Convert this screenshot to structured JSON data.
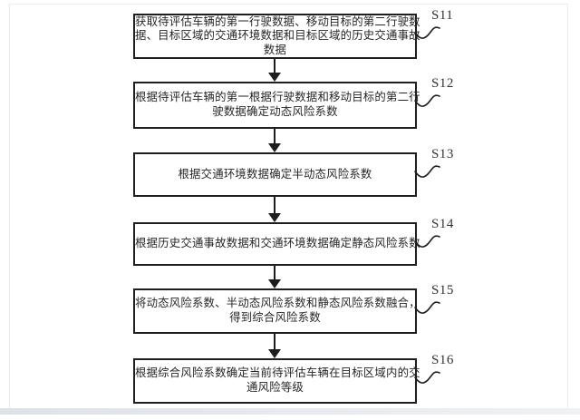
{
  "page": {
    "background": "#ffffff",
    "line_color": "#1f1f1f",
    "text_color": "#262626",
    "artifact_gray": "#e0e4e8"
  },
  "flowchart": {
    "direction": "top-down",
    "connector_icon": "arrow-down-icon",
    "steps": [
      {
        "id": "S11",
        "lines": [
          "获取待评估车辆的第一行驶数据、移动目标的第二行驶数",
          "据、目标区域的交通环境数据和目标区域的历史交通事故",
          "数据"
        ]
      },
      {
        "id": "S12",
        "lines": [
          "根据待评估车辆的第一根据行驶数据和移动目标的第二行",
          "驶数据确定动态风险系数"
        ]
      },
      {
        "id": "S13",
        "lines": [
          "根据交通环境数据确定半动态风险系数"
        ]
      },
      {
        "id": "S14",
        "lines": [
          "根据历史交通事故数据和交通环境数据确定静态风险系数"
        ]
      },
      {
        "id": "S15",
        "lines": [
          "将动态风险系数、半动态风险系数和静态风险系数融合，",
          "得到综合风险系数"
        ]
      },
      {
        "id": "S16",
        "lines": [
          "根据综合风险系数确定当前待评估车辆在目标区域内的交",
          "通风险等级"
        ]
      }
    ]
  }
}
